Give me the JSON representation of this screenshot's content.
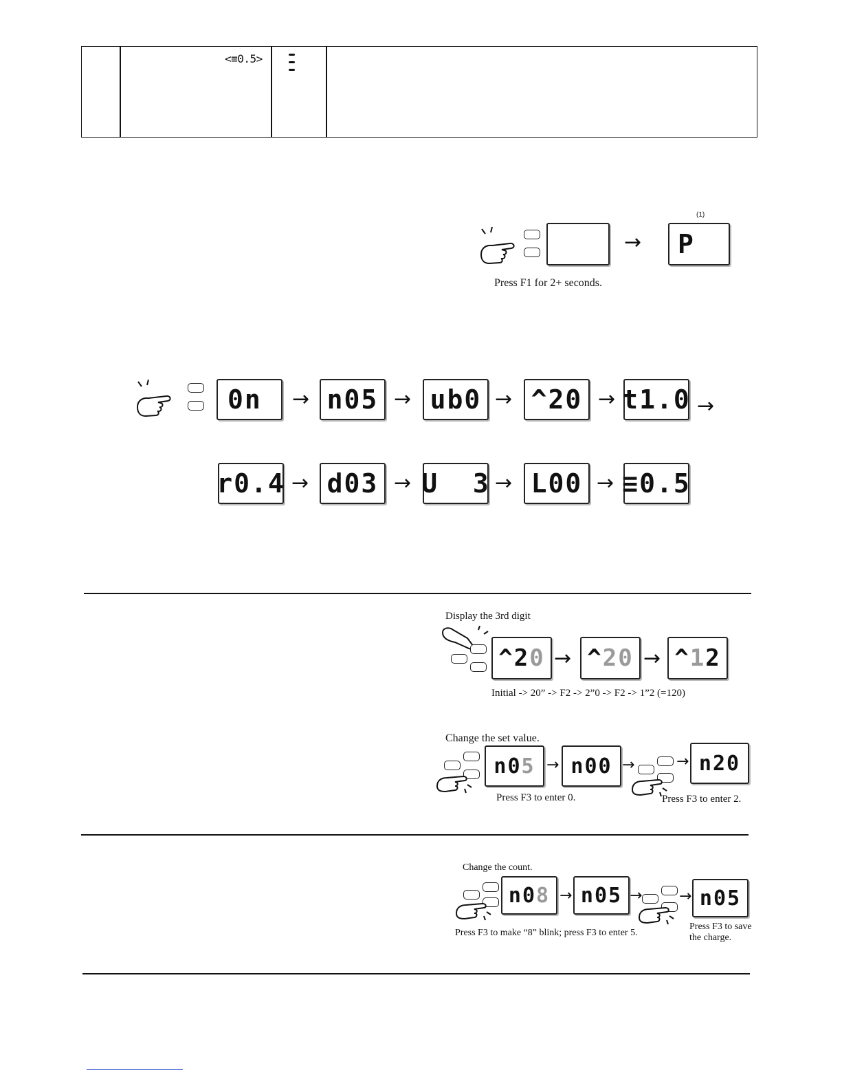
{
  "table": {
    "code": "<≡0.5>"
  },
  "enter_program": {
    "note_label": "(1)",
    "display_after": "P",
    "caption": "Press F1 for 2+ seconds."
  },
  "sequence": {
    "row1": [
      "0n",
      "n05",
      "ub0",
      "^20",
      "t1.0"
    ],
    "row2": [
      "r0.4",
      "d03",
      "U  3",
      "L00",
      "≡0.5"
    ]
  },
  "digit_example": {
    "heading": "Display the 3rd digit",
    "displays": [
      {
        "prefix": "^2",
        "blink": "0",
        "suffix": ""
      },
      {
        "prefix": "^",
        "blink": "20",
        "suffix": ""
      },
      {
        "prefix": "^",
        "blink": "1",
        "suffix": "2"
      }
    ],
    "caption": "Initial -> 20” -> F2 -> 2”0 -> F2 -> 1”2 (=120)"
  },
  "set_value": {
    "heading": "Change the set value.",
    "displays": [
      {
        "prefix": "n0",
        "blink": "5"
      },
      {
        "prefix": "n00",
        "blink": ""
      },
      {
        "prefix": "n20",
        "blink": ""
      }
    ],
    "caption_left": "Press F3 to enter 0.",
    "caption_right": "Press F3 to enter 2."
  },
  "count": {
    "heading": "Change the count.",
    "displays": [
      {
        "prefix": "n0",
        "blink": "8"
      },
      {
        "prefix": "n05",
        "blink": ""
      },
      {
        "prefix": "n05",
        "blink": ""
      }
    ],
    "caption_left": "Press F3 to make “8”  blink; press F3 to enter 5.",
    "caption_right_1": "Press F3 to save",
    "caption_right_2": "the charge."
  },
  "glyphs": {
    "arrow": "→",
    "hand_icon": "pointing-hand-icon"
  }
}
